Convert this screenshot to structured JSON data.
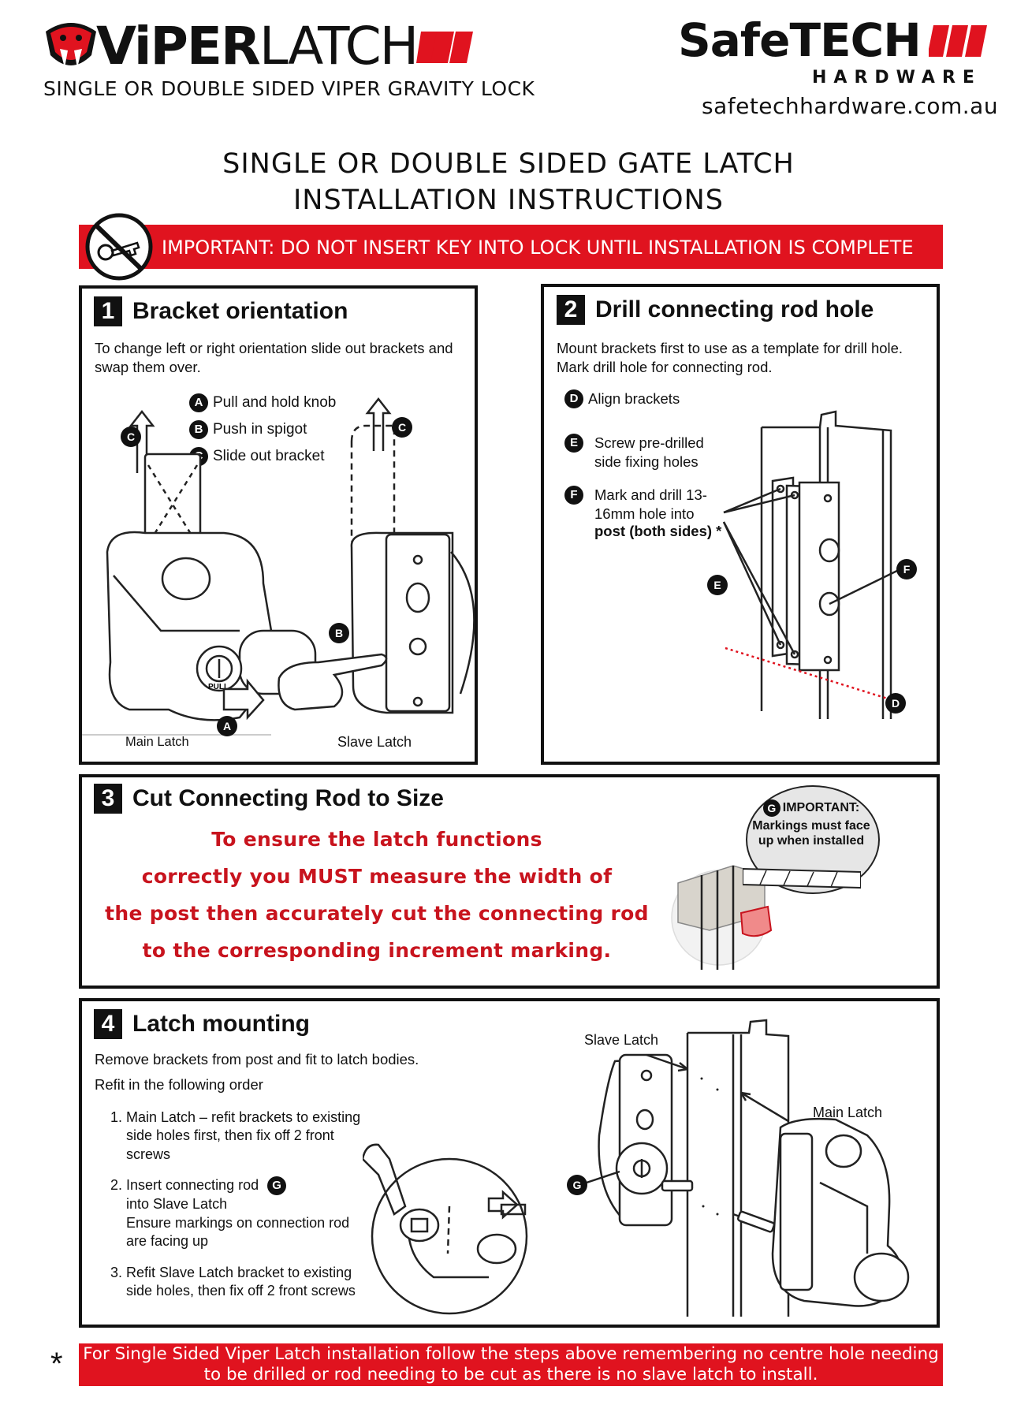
{
  "header": {
    "viper_logo_bold": "ViPER",
    "viper_logo_light": "LATCH",
    "viper_subtitle": "SINGLE OR DOUBLE SIDED VIPER GRAVITY LOCK",
    "safetech_logo": "SafeTECH",
    "safetech_tagline": "HARDWARE",
    "website": "safetechhardware.com.au"
  },
  "title": {
    "line1": "SINGLE OR DOUBLE SIDED GATE LATCH",
    "line2": "INSTALLATION INSTRUCTIONS"
  },
  "warning": {
    "text": "IMPORTANT: DO NOT INSERT KEY INTO LOCK UNTIL INSTALLATION IS COMPLETE",
    "icon": "no-key-icon"
  },
  "step1": {
    "number": "1",
    "title": "Bracket orientation",
    "description": "To change left or right orientation slide out brackets and swap them over.",
    "callouts": [
      {
        "letter": "A",
        "text": "Pull and hold knob"
      },
      {
        "letter": "B",
        "text": "Push in spigot"
      },
      {
        "letter": "C",
        "text": "Slide out bracket"
      }
    ],
    "fig_labels": {
      "main": "Main Latch",
      "slave": "Slave Latch",
      "knob_text": "PULL"
    }
  },
  "step2": {
    "number": "2",
    "title": "Drill connecting rod hole",
    "description": "Mount brackets first to use as a template for drill hole. Mark drill hole for connecting rod.",
    "callouts": [
      {
        "letter": "D",
        "text": "Align brackets"
      },
      {
        "letter": "E",
        "text": "Screw pre-drilled side fixing holes"
      },
      {
        "letter": "F",
        "text": "Mark and drill 13-16mm hole into",
        "bold": "post (both sides)",
        "mark": "*"
      }
    ]
  },
  "step3": {
    "number": "3",
    "title": "Cut Connecting Rod to Size",
    "lines": [
      "To ensure the latch functions",
      "correctly you MUST measure the width of",
      "the post then accurately cut the connecting rod",
      "to the corresponding increment marking."
    ],
    "important": {
      "letter": "G",
      "heading": "IMPORTANT:",
      "text": "Markings must face up when installed"
    }
  },
  "step4": {
    "number": "4",
    "title": "Latch mounting",
    "description1": "Remove brackets from post and fit to latch bodies.",
    "description2": "Refit in the following order",
    "list": [
      {
        "text": "Main Latch – refit brackets to existing side holes first, then fix off 2 front screws"
      },
      {
        "text": "Insert connecting rod",
        "badge": "G",
        "text2": "into Slave Latch",
        "text3": "Ensure markings on connection rod are facing up"
      },
      {
        "text": "Refit Slave Latch bracket to existing side holes, then fix off 2 front screws"
      }
    ],
    "fig_labels": {
      "slave": "Slave Latch",
      "main": "Main Latch",
      "callout": "G"
    }
  },
  "footer": {
    "mark": "*",
    "line1": "For Single Sided Viper Latch installation follow the steps above remembering no centre hole needing",
    "line2": "to be drilled or rod needing to be cut as there is no slave latch to install."
  },
  "colors": {
    "brand_red": "#e0131f",
    "text_red": "#c8141e",
    "ink": "#111111"
  }
}
